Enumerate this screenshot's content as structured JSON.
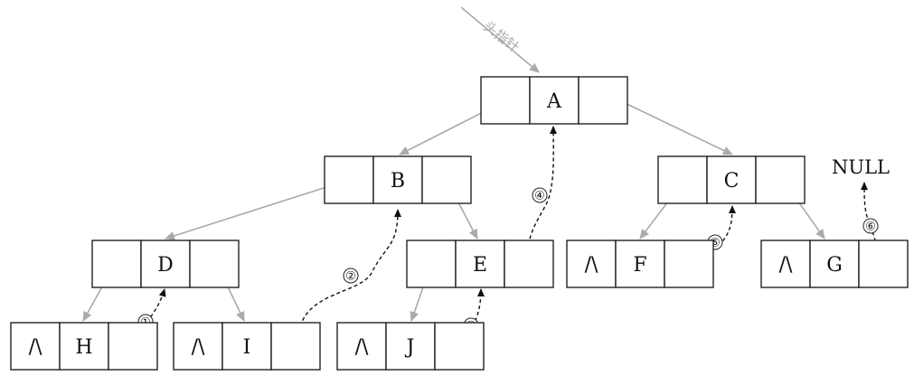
{
  "head_pointer_label": "头指针",
  "null_label": "NULL",
  "null_marker": "/\\",
  "nodes": [
    {
      "key": "A",
      "label": "A",
      "left_null": false
    },
    {
      "key": "B",
      "label": "B",
      "left_null": false
    },
    {
      "key": "C",
      "label": "C",
      "left_null": false
    },
    {
      "key": "D",
      "label": "D",
      "left_null": false
    },
    {
      "key": "E",
      "label": "E",
      "left_null": false
    },
    {
      "key": "F",
      "label": "F",
      "left_null": true
    },
    {
      "key": "G",
      "label": "G",
      "left_null": true
    },
    {
      "key": "H",
      "label": "H",
      "left_null": true
    },
    {
      "key": "I",
      "label": "I",
      "left_null": true
    },
    {
      "key": "J",
      "label": "J",
      "left_null": true
    }
  ],
  "child_links": [
    {
      "from": "A",
      "to": "B"
    },
    {
      "from": "A",
      "to": "C"
    },
    {
      "from": "B",
      "to": "D"
    },
    {
      "from": "B",
      "to": "E"
    },
    {
      "from": "C",
      "to": "F"
    },
    {
      "from": "C",
      "to": "G"
    },
    {
      "from": "D",
      "to": "H"
    },
    {
      "from": "D",
      "to": "I"
    },
    {
      "from": "E",
      "to": "J"
    }
  ],
  "threads": [
    {
      "number": "①",
      "from": "H",
      "to": "D"
    },
    {
      "number": "②",
      "from": "I",
      "to": "B"
    },
    {
      "number": "③",
      "from": "J",
      "to": "E"
    },
    {
      "number": "④",
      "from": "E",
      "to": "A"
    },
    {
      "number": "⑤",
      "from": "F",
      "to": "C"
    },
    {
      "number": "⑥",
      "from": "G",
      "to": "NULL"
    }
  ],
  "colors": {
    "child_link": "#aaaaaa",
    "thread": "#111111",
    "head_pointer": "#aaaaaa"
  }
}
